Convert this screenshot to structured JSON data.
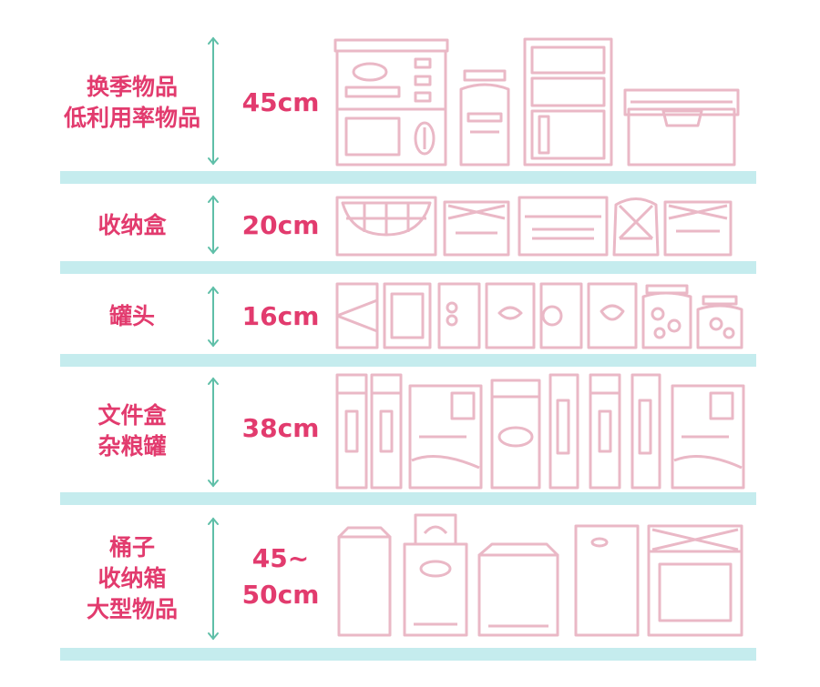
{
  "colors": {
    "text": "#e23b6e",
    "arrow": "#5fbfa8",
    "shelf": "#c5ecee",
    "outline": "#eab8c6"
  },
  "shelves": [
    {
      "category_lines": [
        "换季物品",
        "低利用率物品"
      ],
      "height_lines": [
        "45cm"
      ]
    },
    {
      "category_lines": [
        "收纳盒"
      ],
      "height_lines": [
        "20cm"
      ]
    },
    {
      "category_lines": [
        "罐头"
      ],
      "height_lines": [
        "16cm"
      ]
    },
    {
      "category_lines": [
        "文件盒",
        "杂粮罐"
      ],
      "height_lines": [
        "38cm"
      ]
    },
    {
      "category_lines": [
        "桶子",
        "收纳箱",
        "大型物品"
      ],
      "height_lines": [
        "45~",
        "50cm"
      ]
    }
  ]
}
